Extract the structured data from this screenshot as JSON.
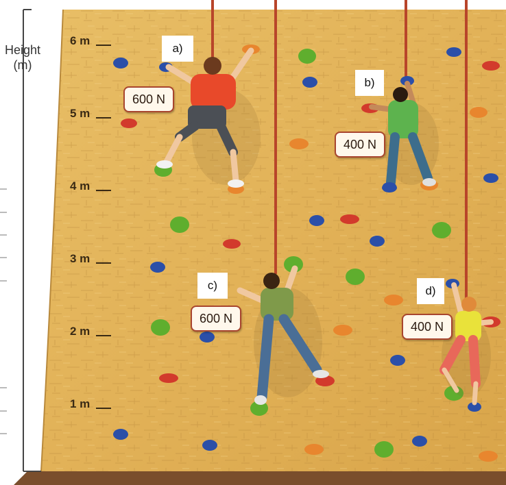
{
  "axis": {
    "title_line1": "Height",
    "title_line2": "(m)",
    "ticks": [
      "1 m",
      "2 m",
      "3 m",
      "4 m",
      "5 m",
      "6 m"
    ]
  },
  "climbers": [
    {
      "label": "a)",
      "force": "600 N",
      "shirt": "#e8492a",
      "pants": "#4b4f55"
    },
    {
      "label": "b)",
      "force": "400 N",
      "shirt": "#5db34e",
      "pants": "#3d6d8c"
    },
    {
      "label": "c)",
      "force": "600 N",
      "shirt": "#7f9a4a",
      "pants": "#4a6e96"
    },
    {
      "label": "d)",
      "force": "400 N",
      "shirt": "#e9e23a",
      "pants": "#e8685a"
    }
  ],
  "colors": {
    "wall": "#e3b45a",
    "rope": "#b8452a",
    "ground": "#7a4e2c",
    "hold_blue": "#2b4fa8",
    "hold_red": "#d23a2c",
    "hold_green": "#5fae2e",
    "hold_orange": "#e8862e"
  }
}
